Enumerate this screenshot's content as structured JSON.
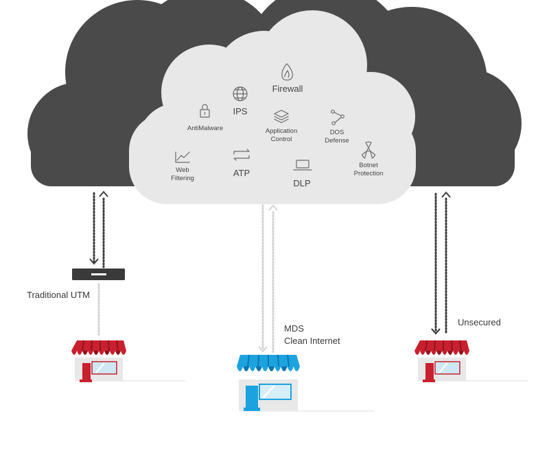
{
  "services": {
    "firewall": "Firewall",
    "ips": "IPS",
    "antimalware": "AntiMalware",
    "app_control": [
      "Application",
      "Control"
    ],
    "dos_defense": [
      "DOS",
      "Defense"
    ],
    "web_filtering": [
      "Web",
      "Filtering"
    ],
    "atp": "ATP",
    "dlp": "DLP",
    "botnet": [
      "Botnet",
      "Protection"
    ]
  },
  "sites": {
    "left": "Traditional UTM",
    "center": [
      "MDS",
      "Clean Internet"
    ],
    "right": "Unsecured"
  },
  "colors": {
    "outer_cloud": "#4a4a4a",
    "inner_cloud": "#e8e8e8",
    "awning_red": "#c8202e",
    "awning_red_dark": "#8e1420",
    "awning_blue": "#1ba3e0",
    "awning_blue_dark": "#0e74a8",
    "arrow_dark": "#3d3d3d",
    "arrow_light": "#d4d4d4"
  }
}
